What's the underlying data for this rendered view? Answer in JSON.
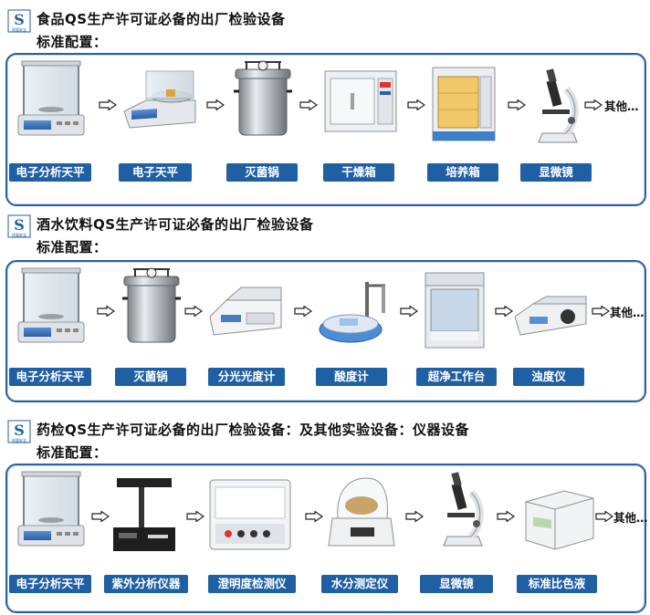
{
  "sections": [
    {
      "title": "食品QS生产许可证必备的出厂检验设备",
      "subtitle": "标准配置：",
      "items": [
        {
          "label": "电子分析天平",
          "icon": "analytical-balance-icon"
        },
        {
          "label": "电子天平",
          "icon": "electronic-balance-icon"
        },
        {
          "label": "灭菌锅",
          "icon": "autoclave-icon"
        },
        {
          "label": "干燥箱",
          "icon": "drying-oven-icon"
        },
        {
          "label": "培养箱",
          "icon": "incubator-icon"
        },
        {
          "label": "显微镜",
          "icon": "microscope-icon"
        }
      ],
      "other": "其他…"
    },
    {
      "title": "酒水饮料QS生产许可证必备的出厂检验设备",
      "subtitle": "标准配置：",
      "items": [
        {
          "label": "电子分析天平",
          "icon": "analytical-balance-icon"
        },
        {
          "label": "灭菌锅",
          "icon": "autoclave-icon"
        },
        {
          "label": "分光光度计",
          "icon": "spectrophotometer-icon"
        },
        {
          "label": "酸度计",
          "icon": "ph-meter-icon"
        },
        {
          "label": "超净工作台",
          "icon": "clean-bench-icon"
        },
        {
          "label": "浊度仪",
          "icon": "turbidimeter-icon"
        }
      ],
      "other": "其他…"
    },
    {
      "title": "药检QS生产许可证必备的出厂检验设备：及其他实验设备：仪器设备",
      "subtitle": "标准配置：",
      "items": [
        {
          "label": "电子分析天平",
          "icon": "analytical-balance-icon"
        },
        {
          "label": "紫外分析仪器",
          "icon": "uv-analyzer-icon"
        },
        {
          "label": "澄明度检测仪",
          "icon": "clarity-detector-icon"
        },
        {
          "label": "水分测定仪",
          "icon": "moisture-analyzer-icon"
        },
        {
          "label": "显微镜",
          "icon": "microscope-icon"
        },
        {
          "label": "标准比色液",
          "icon": "standard-colorimetric-solution-icon"
        }
      ],
      "other": "其他…"
    }
  ],
  "logo_text": "质量安全",
  "colors": {
    "border": "#2a5fa0",
    "label_bg": "#1f5fa3",
    "label_text": "#ffffff"
  }
}
